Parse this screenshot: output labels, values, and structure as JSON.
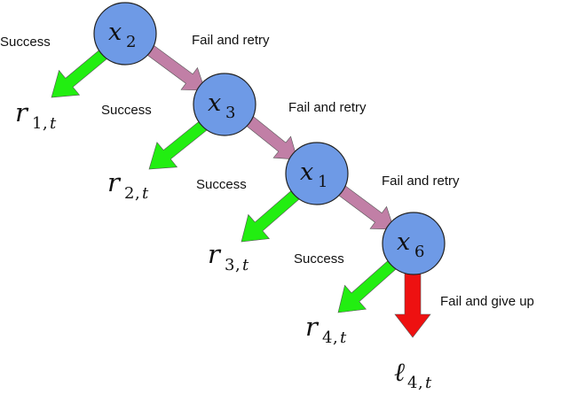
{
  "colors": {
    "node_fill": "#6e9ae6",
    "node_stroke": "#222222",
    "success_arrow": "#22ee11",
    "retry_arrow": "#c17fa6",
    "giveup_arrow": "#ee1111"
  },
  "nodes": [
    {
      "id": "x2",
      "var": "x",
      "sub": "2"
    },
    {
      "id": "x3",
      "var": "x",
      "sub": "3"
    },
    {
      "id": "x1",
      "var": "x",
      "sub": "1"
    },
    {
      "id": "x6",
      "var": "x",
      "sub": "6"
    }
  ],
  "outcomes": [
    {
      "id": "r1t",
      "var": "r",
      "sub": "1",
      "sub_t": "t"
    },
    {
      "id": "r2t",
      "var": "r",
      "sub": "2",
      "sub_t": "t"
    },
    {
      "id": "r3t",
      "var": "r",
      "sub": "3",
      "sub_t": "t"
    },
    {
      "id": "r4t",
      "var": "r",
      "sub": "4",
      "sub_t": "t"
    },
    {
      "id": "l4t",
      "var": "ℓ",
      "sub": "4",
      "sub_t": "t"
    }
  ],
  "labels": {
    "success": [
      "Success",
      "Success",
      "Success",
      "Success"
    ],
    "retry": [
      "Fail and retry",
      "Fail and retry",
      "Fail and retry"
    ],
    "giveup": "Fail and give up"
  }
}
